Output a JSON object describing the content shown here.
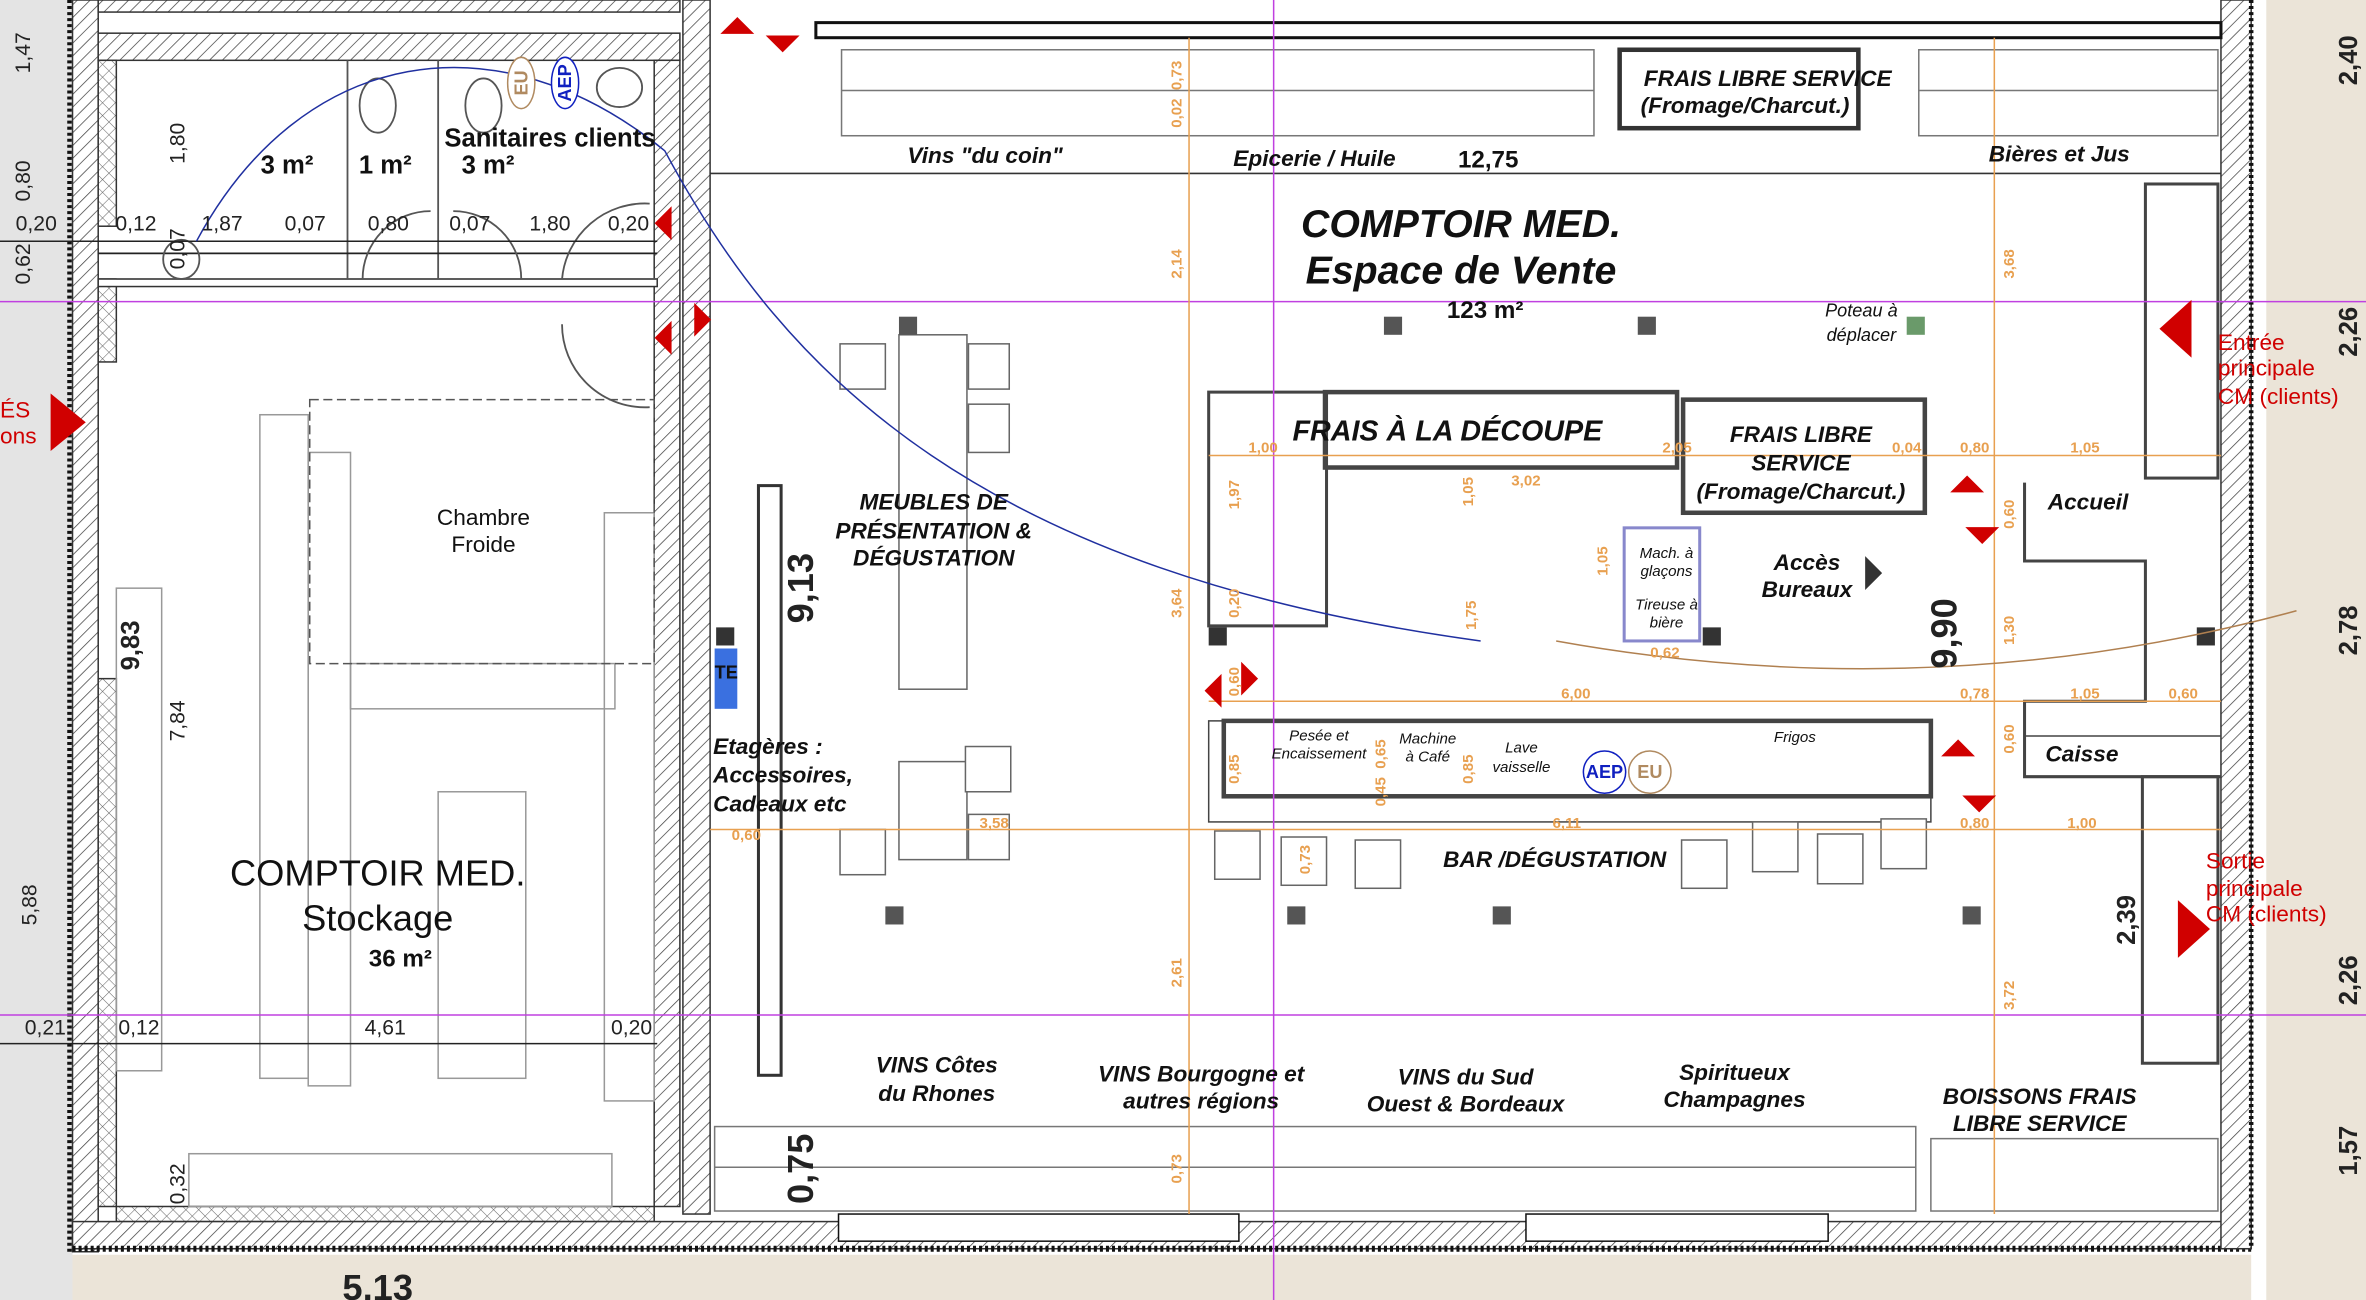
{
  "storage": {
    "title": "COMPTOIR MED.",
    "subtitle": "Stockage",
    "area": "36 m²"
  },
  "cold_room": {
    "line1": "Chambre",
    "line2": "Froide"
  },
  "restrooms": {
    "label": "Sanitaires clients",
    "areas": [
      "3 m²",
      "1 m²",
      "3 m²"
    ],
    "eu": "EU",
    "aep": "AEP"
  },
  "sales": {
    "title": "COMPTOIR MED.",
    "subtitle": "Espace de Vente",
    "area": "123 m²"
  },
  "zones": {
    "vins_coin": "Vins \"du coin\"",
    "epicerie": "Epicerie / Huile",
    "bieres": "Bières et Jus",
    "frais_ls_top": [
      "FRAIS LIBRE SERVICE",
      "(Fromage/Charcut.)"
    ],
    "poteau": [
      "Poteau à",
      "déplacer"
    ],
    "frais_decoupe": "FRAIS À LA DÉCOUPE",
    "frais_ls_mid": [
      "FRAIS LIBRE",
      "SERVICE",
      "(Fromage/Charcut.)"
    ],
    "accueil": "Accueil",
    "glacons": [
      "Mach. à",
      "glaçons"
    ],
    "tireuse": [
      "Tireuse à",
      "bière"
    ],
    "acces_bureaux": [
      "Accès",
      "Bureaux"
    ],
    "meubles": [
      "MEUBLES DE",
      "PRÉSENTATION &",
      "DÉGUSTATION"
    ],
    "etageres": [
      "Etagères :",
      "Accessoires,",
      "Cadeaux etc"
    ],
    "te": "TE",
    "pesee": [
      "Pesée et",
      "Encaissement"
    ],
    "machine_cafe": [
      "Machine",
      "à Café"
    ],
    "lave_vaisselle": [
      "Lave",
      "vaisselle"
    ],
    "frigos": "Frigos",
    "aep": "AEP",
    "eu": "EU",
    "caisse": "Caisse",
    "bar": "BAR /DÉGUSTATION",
    "vins_rhone": [
      "VINS Côtes",
      "du Rhones"
    ],
    "vins_bourgogne": [
      "VINS Bourgogne et",
      "autres régions"
    ],
    "vins_sud": [
      "VINS du Sud",
      "Ouest & Bordeaux"
    ],
    "spiritueux": [
      "Spiritueux",
      "Champagnes"
    ],
    "boissons": [
      "BOISSONS FRAIS",
      "LIBRE SERVICE"
    ]
  },
  "entrances": {
    "main_entry": [
      "Entrée",
      "principale",
      "CM (clients)"
    ],
    "main_exit": [
      "Sortie",
      "principale",
      "CM (clients)"
    ],
    "left_entry": [
      "ÉS",
      "ons"
    ]
  },
  "dimensions": {
    "black": [
      "1,47",
      "0,80",
      "0,62",
      "0,20",
      "0,12",
      "1,87",
      "0,07",
      "0,80",
      "0,07",
      "1,80",
      "0,20",
      "1,80",
      "0,07",
      "9,83",
      "7,84",
      "5,88",
      "0,21",
      "0,12",
      "4,61",
      "0,20",
      "0,32",
      "5,13",
      "9,13",
      "0,75",
      "12,75",
      "9,90",
      "2,39",
      "2,40",
      "2,26",
      "2,78",
      "2,26",
      "1,57"
    ],
    "orange": [
      "0,73",
      "0,02",
      "2,14",
      "3,64",
      "2,61",
      "0,73",
      "3,68",
      "1,00",
      "1,05",
      "3,02",
      "2,05",
      "0,04",
      "0,80",
      "1,05",
      "1,97",
      "0,20",
      "1,75",
      "1,05",
      "0,60",
      "1,30",
      "0,62",
      "0,60",
      "6,00",
      "0,78",
      "1,05",
      "0,60",
      "0,85",
      "0,65",
      "0,45",
      "0,85",
      "0,60",
      "0,60",
      "3,58",
      "6,11",
      "0,80",
      "1,00",
      "0,73",
      "3,72"
    ]
  },
  "colors": {
    "wall": "#333333",
    "dimension_orange": "#e8a050",
    "axis_magenta": "#c040e0",
    "arrow_red": "#d00000",
    "door_blue": "#2030a0",
    "beige": "#ebe4d8"
  }
}
